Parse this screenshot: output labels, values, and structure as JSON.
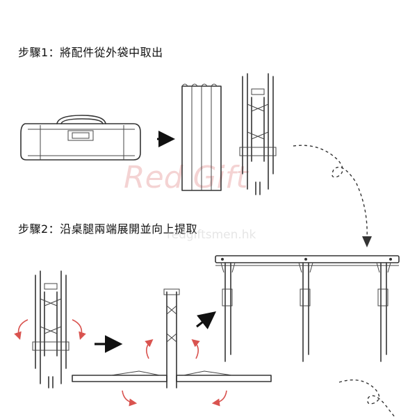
{
  "steps": [
    {
      "label": "步驟1：將配件從外袋中取出"
    },
    {
      "label": "步驟2：沿桌腿兩端展開並向上提取"
    }
  ],
  "watermark": {
    "brand": "Red Gift",
    "url": "redgiftsmen.hk",
    "color": "#e8a0a0"
  },
  "colors": {
    "line": "#333333",
    "arrow": "#111111",
    "curved_arrow": "#d9534f",
    "dashed": "#333333"
  },
  "icons": [
    "carry-bag-icon",
    "folded-panel-icon",
    "folded-frame-icon",
    "unfolding-frame-icon",
    "table-frame-icon",
    "rotate-arrow-icon",
    "dashed-path-arrow-icon"
  ]
}
